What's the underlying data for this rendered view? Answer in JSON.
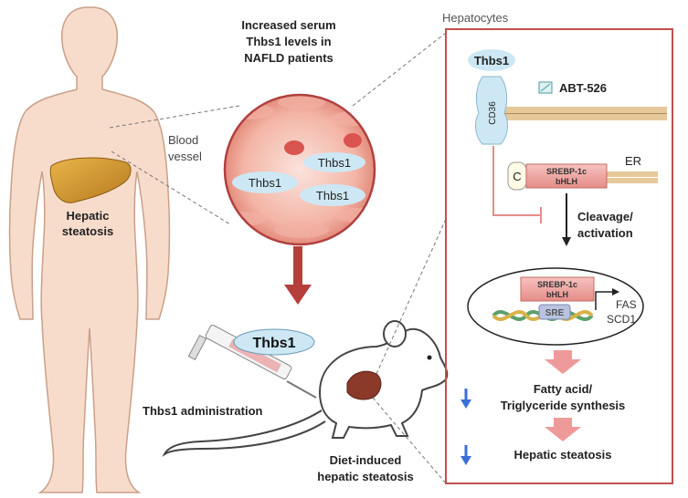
{
  "header_text": {
    "hepatocytes": "Hepatocytes",
    "serum_line1": "Increased serum",
    "serum_line2": "Thbs1 levels in",
    "serum_line3": "NAFLD patients"
  },
  "human": {
    "blood_vessel_line1": "Blood",
    "blood_vessel_line2": "vessel",
    "steatosis_line1": "Hepatic",
    "steatosis_line2": "steatosis"
  },
  "vessel": {
    "thbs1_labels": [
      "Thbs1",
      "Thbs1",
      "Thbs1"
    ]
  },
  "mouse": {
    "syringe_label": "Thbs1",
    "administration": "Thbs1 administration",
    "diet_line1": "Diet-induced",
    "diet_line2": "hepatic steatosis"
  },
  "hepatocyte_panel": {
    "thbs1": "Thbs1",
    "cd36": "CD36",
    "inhibitor": "ABT-526",
    "er": "ER",
    "c_label": "C",
    "srebp_line1": "SREBP-1c",
    "srebp_line2": "bHLH",
    "cleavage_line1": "Cleavage/",
    "cleavage_line2": "activation",
    "nucleus_srebp_line1": "SREBP-1c",
    "nucleus_srebp_line2": "bHLH",
    "sre": "SRE",
    "fas": "FAS",
    "scd1": "SCD1",
    "fatty_line1": "Fatty acid/",
    "fatty_line2": "Triglyceride synthesis",
    "outcome": "Hepatic steatosis"
  },
  "colors": {
    "skin": "#f8dccb",
    "skin_outline": "#c9a08a",
    "panel_border": "#c0504d",
    "vessel_red": "#d9534f",
    "thbs1_blue": "#cde8f4",
    "arrow_red": "#b5403b",
    "pink_arrow": "#ef9a9a",
    "down_arrow_blue": "#3a6fd8"
  }
}
